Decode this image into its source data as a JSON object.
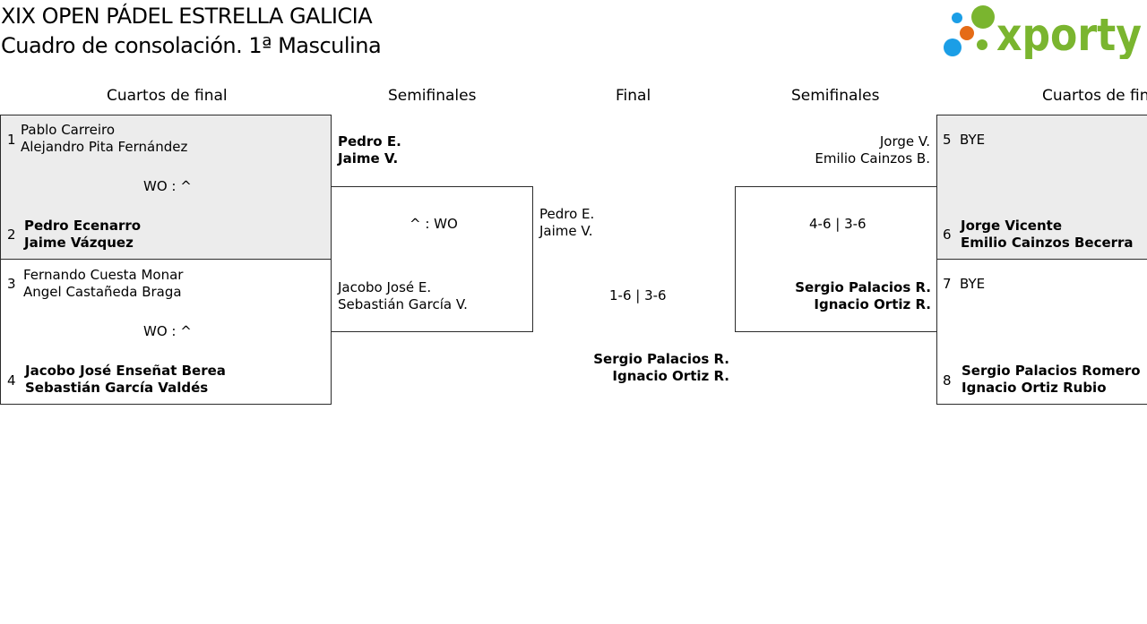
{
  "header": {
    "title": "XIX OPEN PÁDEL ESTRELLA GALICIA",
    "subtitle": "Cuadro de consolación. 1ª Masculina",
    "logo_text": "xporty",
    "colors": {
      "green": "#7ab52f",
      "blue": "#1b9ee6",
      "orange": "#e56b16"
    }
  },
  "rounds": {
    "left_qf": "Cuartos de final",
    "left_sf": "Semifinales",
    "final": "Final",
    "right_sf": "Semifinales",
    "right_qf": "Cuartos de fin"
  },
  "left_qf": {
    "match1": {
      "seed_a": "1",
      "team_a": [
        "Pablo Carreiro",
        "Alejandro Pita Fernández"
      ],
      "score": "WO : ^",
      "seed_b": "2",
      "team_b": [
        "Pedro Ecenarro",
        "Jaime Vázquez"
      ]
    },
    "match2": {
      "seed_a": "3",
      "team_a": [
        "Fernando Cuesta Monar",
        "Angel Castañeda Braga"
      ],
      "score": "WO : ^",
      "seed_b": "4",
      "team_b": [
        "Jacobo José Enseñat Berea",
        "Sebastián García Valdés"
      ]
    }
  },
  "left_sf": {
    "team_a": [
      "Pedro E.",
      "Jaime V."
    ],
    "score": "^ : WO",
    "team_b": [
      "Jacobo José E.",
      "Sebastián García V."
    ]
  },
  "final": {
    "team_a": [
      "Pedro E.",
      "Jaime V."
    ],
    "score": "1-6 | 3-6",
    "team_b": [
      "Sergio Palacios R.",
      "Ignacio Ortiz R."
    ]
  },
  "right_sf": {
    "team_a": [
      "Jorge V.",
      "Emilio Cainzos B."
    ],
    "score": "4-6 | 3-6",
    "team_b": [
      "Sergio Palacios R.",
      "Ignacio Ortiz R."
    ]
  },
  "right_qf": {
    "match1": {
      "seed_a": "5",
      "team_a": "BYE",
      "seed_b": "6",
      "team_b": [
        "Jorge Vicente",
        "Emilio Cainzos Becerra"
      ]
    },
    "match2": {
      "seed_a": "7",
      "team_a": "BYE",
      "seed_b": "8",
      "team_b": [
        "Sergio Palacios Romero",
        "Ignacio Ortiz Rubio"
      ]
    }
  }
}
